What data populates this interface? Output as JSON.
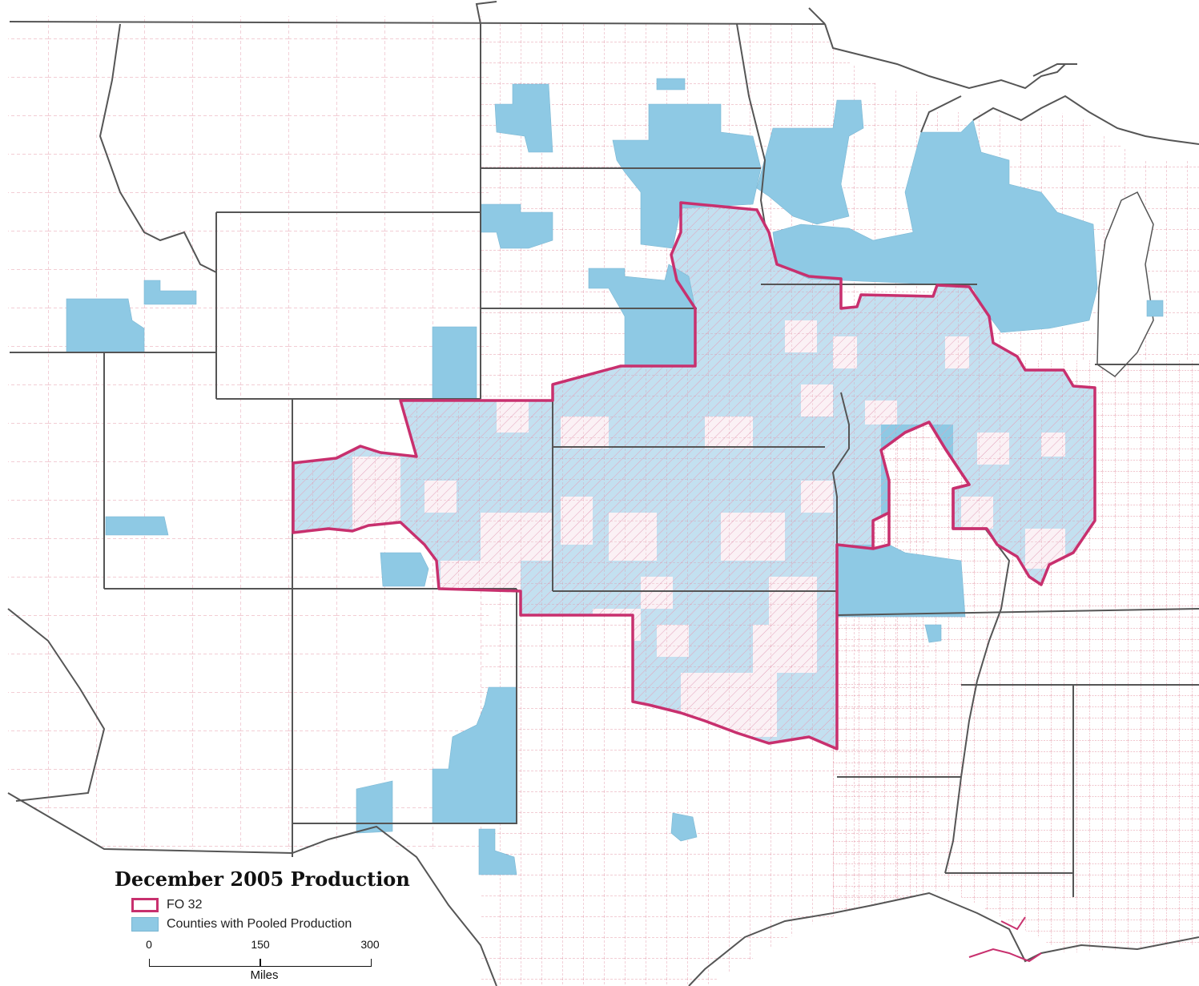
{
  "legend": {
    "title": "December 2005 Production",
    "fo_label": "FO 32",
    "pooled_label": "Counties with Pooled Production",
    "scale_ticks": [
      "0",
      "150",
      "300"
    ],
    "scale_units": "Miles"
  },
  "colors": {
    "fo_boundary": "#c8306e",
    "pooled_fill": "#8ec9e4",
    "county_line": "#d9667d",
    "state_line": "#555555",
    "background": "#ffffff"
  }
}
